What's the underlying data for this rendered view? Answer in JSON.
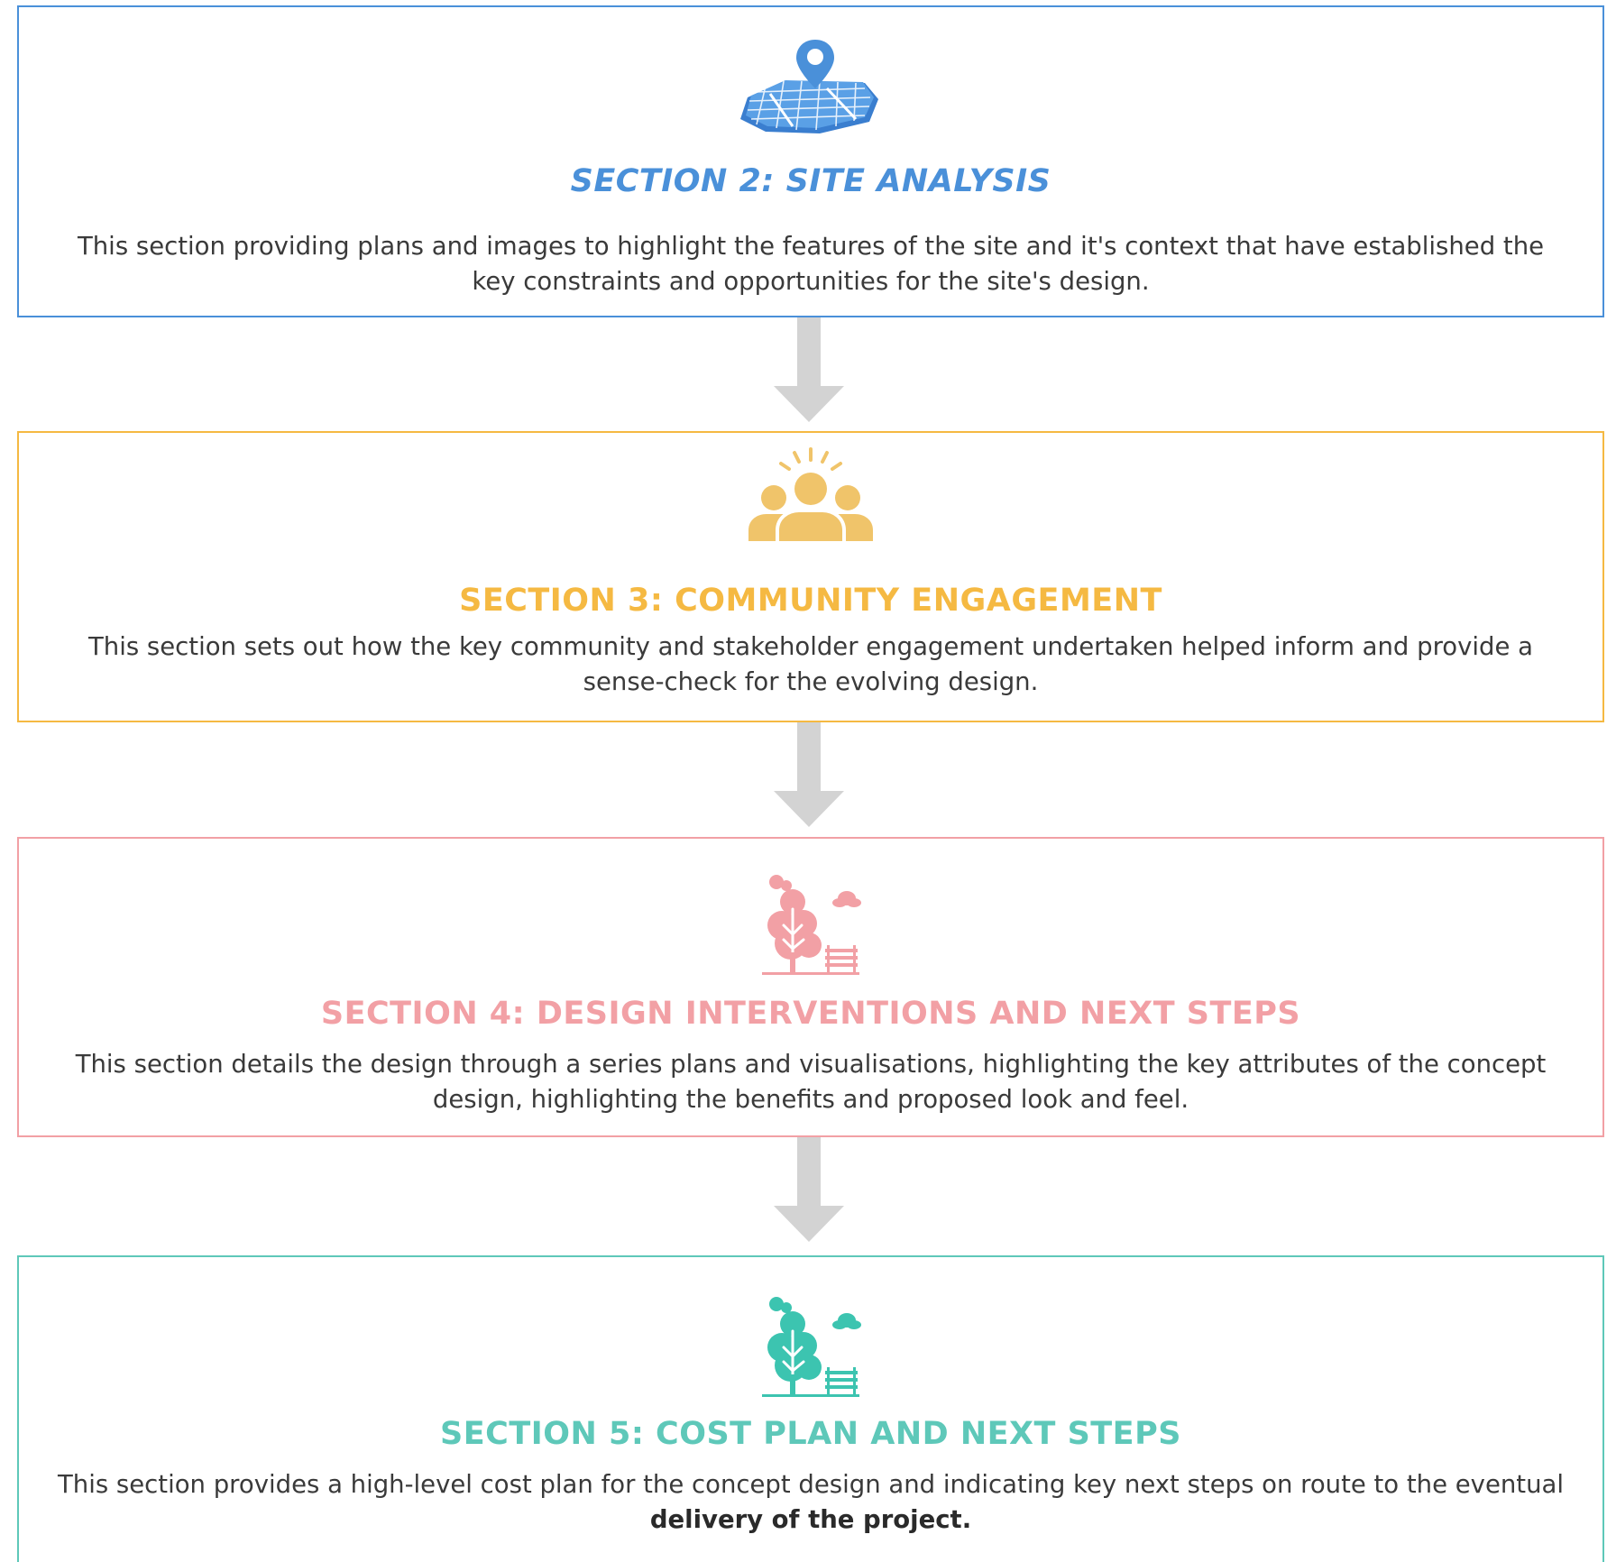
{
  "colors": {
    "blue": "#4a90d9",
    "yellow": "#f5b942",
    "pink": "#f2a0a5",
    "teal": "#5ec8b9",
    "arrow": "#d3d3d3"
  },
  "sections": [
    {
      "title": "SECTION 2: SITE ANALYSIS",
      "description": "This section providing plans and images to highlight the features of the site and it's context that have established the key constraints and opportunities for the site's design.",
      "icon": "map-pin-grid-icon"
    },
    {
      "title": "SECTION 3: COMMUNITY ENGAGEMENT",
      "description": "This section sets out how the key community and stakeholder engagement undertaken helped inform and provide a sense-check for the evolving design.",
      "icon": "community-people-icon"
    },
    {
      "title": "SECTION 4: DESIGN INTERVENTIONS AND NEXT STEPS",
      "description": "This section details the design through a series plans and visualisations, highlighting the key attributes of the concept design, highlighting the benefits and proposed look and feel.",
      "icon": "park-tree-bench-icon"
    },
    {
      "title": "SECTION 5: COST PLAN AND NEXT STEPS",
      "description": "This section provides a high-level cost plan for the concept design and indicating key next steps on route to the eventual",
      "description_bold": "delivery of the project.",
      "icon": "park-tree-bench-icon"
    }
  ]
}
